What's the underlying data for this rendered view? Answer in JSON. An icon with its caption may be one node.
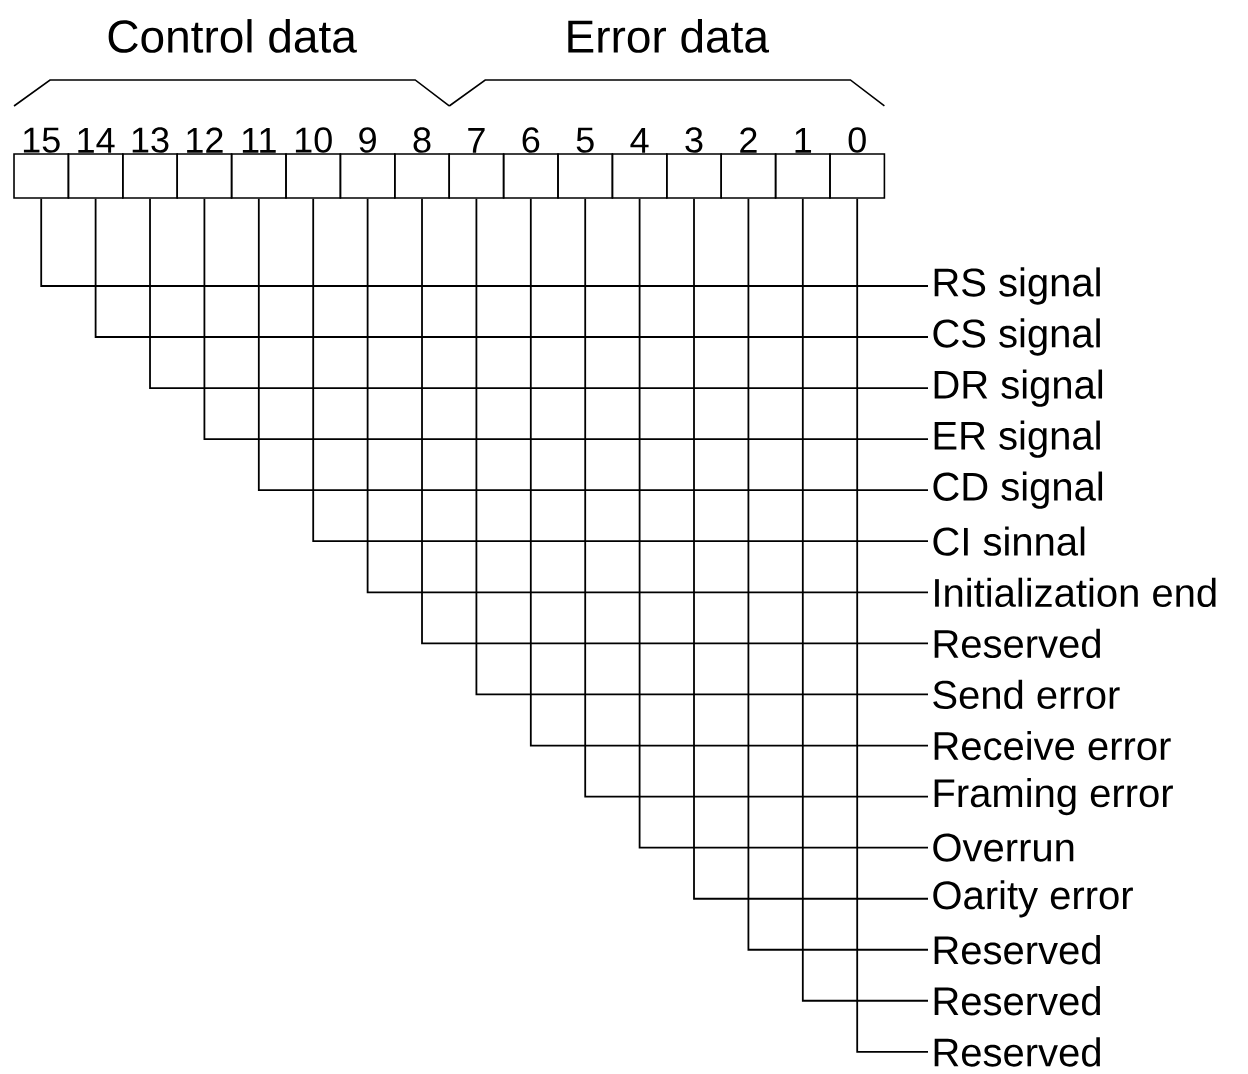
{
  "diagram": {
    "nodes": [
      {
        "text": [
          "15"
        ]
      },
      {
        "text": [
          "14"
        ]
      },
      {
        "text": [
          "13"
        ]
      },
      {
        "text": [
          "12"
        ]
      },
      {
        "text": [
          "11"
        ]
      },
      {
        "text": [
          "10"
        ]
      },
      {
        "text": [
          "9"
        ]
      },
      {
        "text": [
          "8"
        ]
      },
      {
        "text": [
          "7"
        ]
      },
      {
        "text": [
          "6"
        ]
      },
      {
        "text": [
          "5"
        ]
      },
      {
        "text": [
          "4"
        ]
      },
      {
        "text": [
          "3"
        ]
      },
      {
        "text": [
          "2"
        ]
      },
      {
        "text": [
          "1"
        ]
      },
      {
        "text": [
          "0"
        ]
      },
      {
        "text": [
          "RS signal"
        ]
      },
      {
        "text": [
          "CS signal"
        ]
      },
      {
        "text": [
          "DR signal"
        ]
      },
      {
        "text": [
          "ER signal"
        ]
      },
      {
        "text": [
          "CD signal"
        ]
      },
      {
        "text": [
          "CI sinnal"
        ]
      },
      {
        "text": [
          "Initialization end"
        ]
      },
      {
        "text": [
          "Reserved"
        ]
      },
      {
        "text": [
          "Send error"
        ]
      },
      {
        "text": [
          "Receive error"
        ]
      },
      {
        "text": [
          "Framing error"
        ]
      },
      {
        "text": [
          "Overrun"
        ]
      },
      {
        "text": [
          "Oarity error"
        ]
      },
      {
        "text": [
          "Reserved"
        ]
      },
      {
        "text": [
          "Reserved"
        ]
      },
      {
        "text": [
          "Reserved"
        ]
      }
    ],
    "edges": [
      {
        "from": 0,
        "to": 16,
        "arrow": "none"
      },
      {
        "from": 1,
        "to": 17,
        "arrow": "none"
      },
      {
        "from": 2,
        "to": 18,
        "arrow": "none"
      },
      {
        "from": 3,
        "to": 19,
        "arrow": "none"
      },
      {
        "from": 4,
        "to": 20,
        "arrow": "none"
      },
      {
        "from": 5,
        "to": 21,
        "arrow": "none"
      },
      {
        "from": 6,
        "to": 22,
        "arrow": "none"
      },
      {
        "from": 7,
        "to": 23,
        "arrow": "none"
      },
      {
        "from": 8,
        "to": 24,
        "arrow": "none"
      },
      {
        "from": 9,
        "to": 25,
        "arrow": "none"
      },
      {
        "from": 10,
        "to": 26,
        "arrow": "none"
      },
      {
        "from": 11,
        "to": 27,
        "arrow": "none"
      },
      {
        "from": 12,
        "to": 28,
        "arrow": "none"
      },
      {
        "from": 13,
        "to": 29,
        "arrow": "none"
      },
      {
        "from": 14,
        "to": 30,
        "arrow": "none"
      },
      {
        "from": 15,
        "to": 31,
        "arrow": "none"
      }
    ],
    "labels": [
      "Control data",
      "Error data"
    ]
  }
}
